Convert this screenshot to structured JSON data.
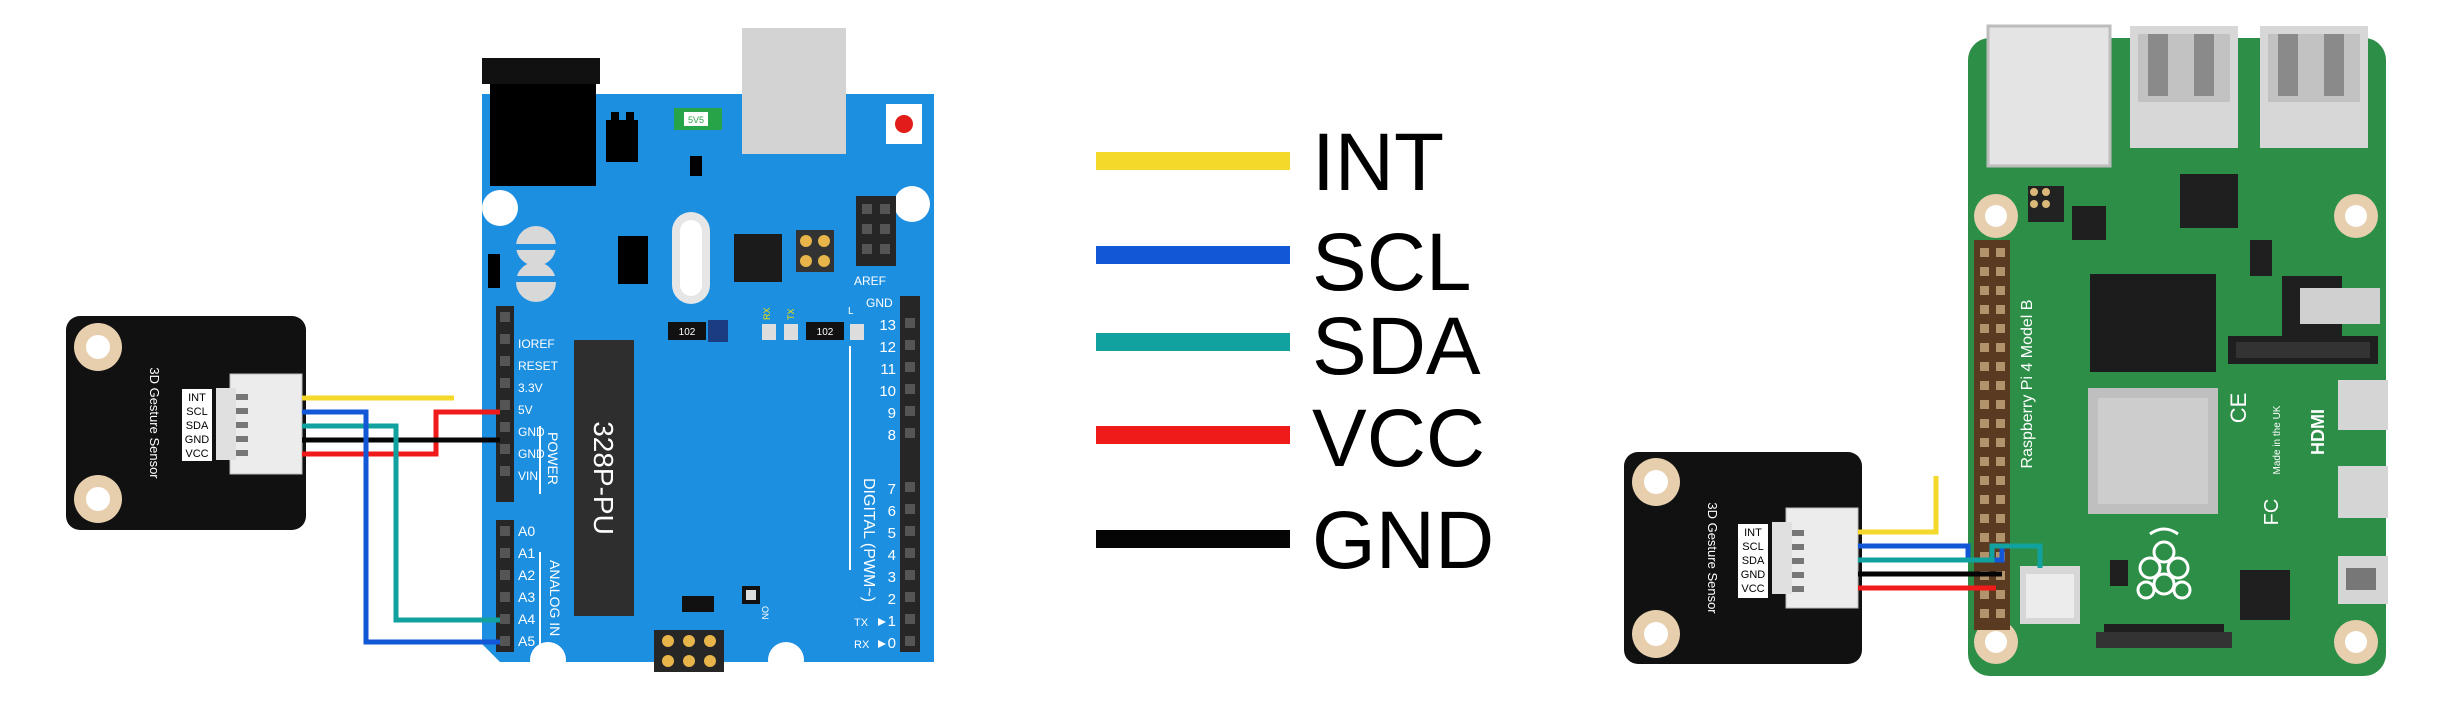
{
  "colors": {
    "int": "#f4d82a",
    "scl": "#1157d6",
    "sda": "#11a2a0",
    "vcc": "#ef1b1b",
    "gnd": "#050505",
    "arduino_board": "#1d8fe0",
    "pi_board": "#2d8e47"
  },
  "legend": [
    {
      "label": "INT",
      "color_key": "int"
    },
    {
      "label": "SCL",
      "color_key": "scl"
    },
    {
      "label": "SDA",
      "color_key": "sda"
    },
    {
      "label": "VCC",
      "color_key": "vcc"
    },
    {
      "label": "GND",
      "color_key": "gnd"
    }
  ],
  "sensor": {
    "title": "3D Gesture Sensor",
    "pins": [
      "INT",
      "SCL",
      "SDA",
      "GND",
      "VCC"
    ]
  },
  "arduino": {
    "chip": "328P-PU",
    "ic_label": "5V5",
    "resistor_label": "102",
    "aref": "AREF",
    "gnd": "GND",
    "digital_pins": [
      "13",
      "12",
      "11",
      "10",
      "9",
      "8",
      "7",
      "6",
      "5",
      "4",
      "3",
      "2",
      "1",
      "0"
    ],
    "power_pins": [
      "IOREF",
      "RESET",
      "3.3V",
      "5V",
      "GND",
      "GND",
      "VIN"
    ],
    "power_label": "POWER",
    "analog_pins": [
      "A0",
      "A1",
      "A2",
      "A3",
      "A4",
      "A5"
    ],
    "analog_label": "ANALOG IN",
    "digital_label": "DIGITAL (PWM~)",
    "tx": "TX",
    "rx": "RX",
    "tx_led": "TX",
    "rx_led": "RX",
    "l_led": "L",
    "on_led": "ON"
  },
  "pi": {
    "model": "Raspberry Pi 4 Model B",
    "made_in": "Made in the UK",
    "hdmi": "HDMI",
    "ce": "CE",
    "fc": "FC"
  }
}
